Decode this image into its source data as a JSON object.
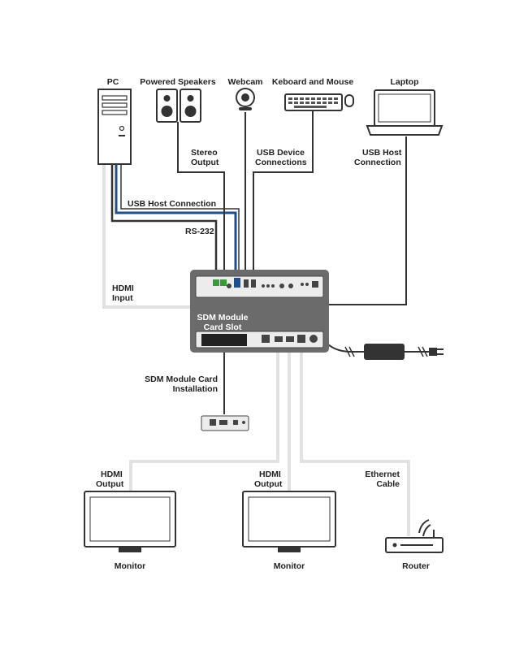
{
  "devices": {
    "pc": "PC",
    "speakers": "Powered Speakers",
    "webcam": "Webcam",
    "keyboard_mouse": "Keboard and Mouse",
    "laptop": "Laptop",
    "monitor_left": "Monitor",
    "monitor_right": "Monitor",
    "router": "Router"
  },
  "connections": {
    "stereo_output": [
      "Stereo",
      "Output"
    ],
    "usb_device": [
      "USB Device",
      "Connections"
    ],
    "usb_host_laptop": [
      "USB Host",
      "Connection"
    ],
    "usb_host_pc": "USB Host Connection",
    "rs232": "RS-232",
    "hdmi_input": [
      "HDMI",
      "Input"
    ],
    "sdm_slot": [
      "SDM Module",
      "Card Slot"
    ],
    "sdm_install": [
      "SDM Module Card",
      "Installation"
    ],
    "hdmi_output_left": [
      "HDMI",
      "Output"
    ],
    "hdmi_output_right": [
      "HDMI",
      "Output"
    ],
    "ethernet": [
      "Ethernet",
      "Cable"
    ]
  },
  "colors": {
    "usb_host_cable": "#1e4f8c",
    "device_body": "#6b6b6b",
    "cable_dark": "#333333",
    "cable_light": "#bbbbbb"
  }
}
